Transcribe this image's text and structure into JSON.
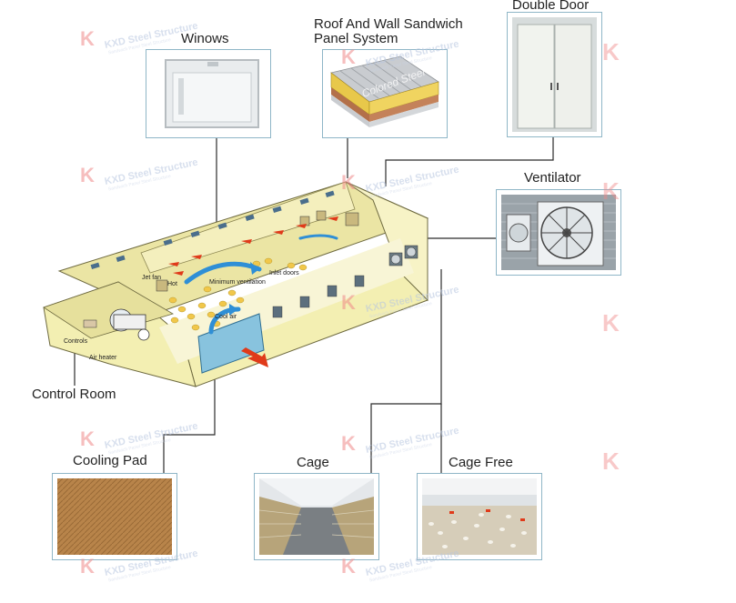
{
  "callouts": {
    "windows": "Winows",
    "roof_wall": "Roof And Wall Sandwich\nPanel System",
    "roof_wall_line1": "Roof And Wall Sandwich",
    "roof_wall_line2": "Panel System",
    "double_door": "Double Door",
    "ventilator": "Ventilator",
    "control_room": "Control Room",
    "cooling_pad": "Cooling Pad",
    "cage": "Cage",
    "cage_free": "Cage Free"
  },
  "diagram_labels": {
    "jet_fan": "Jet fan",
    "hot": "Hot",
    "minimum_ventilation": "Minimum ventilation",
    "inlet_doors": "Inlet doors",
    "cool_air": "Cool air",
    "controls": "Controls",
    "air_heater": "Air heater"
  },
  "watermark": {
    "brand": "KXD Steel Structure",
    "sub": "Sandwich Panel Steel Structure",
    "photo_text": "Colored Steel"
  },
  "colors": {
    "connector": "#2b2b2b",
    "frame_border": "#8fb6c7",
    "building_wall": "#f3efb2",
    "building_roof": "#e9e3a0",
    "airflow_arrow": "#2f8fd6",
    "heat_arrow": "#e03a1a",
    "cooling_pad": "#b8844a",
    "watermark_logo": "#f08a8a"
  }
}
